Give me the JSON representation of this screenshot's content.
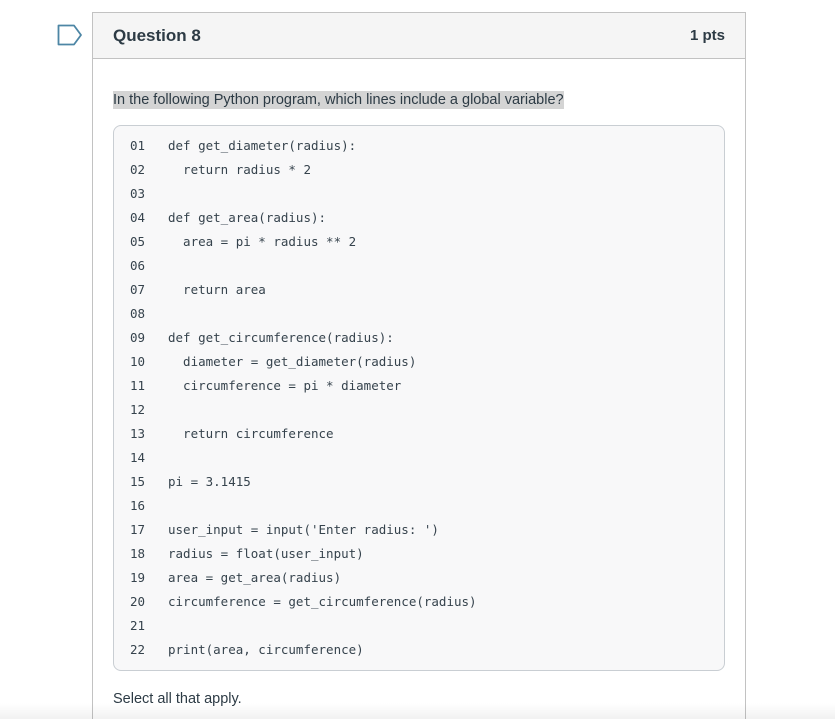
{
  "question": {
    "header": {
      "title": "Question 8",
      "points": "1 pts"
    },
    "prompt": "In the following Python program, which lines include a global variable?",
    "code_lines": [
      {
        "num": "01",
        "code": "def get_diameter(radius):"
      },
      {
        "num": "02",
        "code": "  return radius * 2"
      },
      {
        "num": "03",
        "code": ""
      },
      {
        "num": "04",
        "code": "def get_area(radius):"
      },
      {
        "num": "05",
        "code": "  area = pi * radius ** 2"
      },
      {
        "num": "06",
        "code": ""
      },
      {
        "num": "07",
        "code": "  return area"
      },
      {
        "num": "08",
        "code": ""
      },
      {
        "num": "09",
        "code": "def get_circumference(radius):"
      },
      {
        "num": "10",
        "code": "  diameter = get_diameter(radius)"
      },
      {
        "num": "11",
        "code": "  circumference = pi * diameter"
      },
      {
        "num": "12",
        "code": ""
      },
      {
        "num": "13",
        "code": "  return circumference"
      },
      {
        "num": "14",
        "code": ""
      },
      {
        "num": "15",
        "code": "pi = 3.1415"
      },
      {
        "num": "16",
        "code": ""
      },
      {
        "num": "17",
        "code": "user_input = input('Enter radius: ')"
      },
      {
        "num": "18",
        "code": "radius = float(user_input)"
      },
      {
        "num": "19",
        "code": "area = get_area(radius)"
      },
      {
        "num": "20",
        "code": "circumference = get_circumference(radius)"
      },
      {
        "num": "21",
        "code": ""
      },
      {
        "num": "22",
        "code": "print(area, circumference)"
      }
    ],
    "instruction": "Select all that apply.",
    "colors": {
      "accent": "#4d86a5",
      "header_bg": "#f5f5f5",
      "border": "#c2c2c2",
      "text": "#2d3b45",
      "highlight": "#d4d4d4",
      "code_bg": "#f8f8f9"
    }
  }
}
